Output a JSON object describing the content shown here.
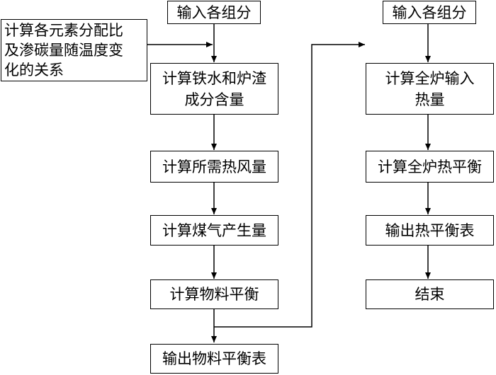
{
  "left_column": {
    "input": "输入各组分",
    "iron_slag": [
      "计算铁水和炉渣",
      "成分含量"
    ],
    "hot_air": "计算所需热风量",
    "gas": "计算煤气产生量",
    "material_balance": "计算物料平衡",
    "output_material": "输出物料平衡表"
  },
  "side_box": [
    "计算各元素分配比",
    "及渗碳量随温度变",
    "化的关系"
  ],
  "right_column": {
    "input": "输入各组分",
    "heat_input": [
      "计算全炉输入",
      "热量"
    ],
    "heat_balance": "计算全炉热平衡",
    "output_heat": "输出热平衡表",
    "end": "结束"
  }
}
